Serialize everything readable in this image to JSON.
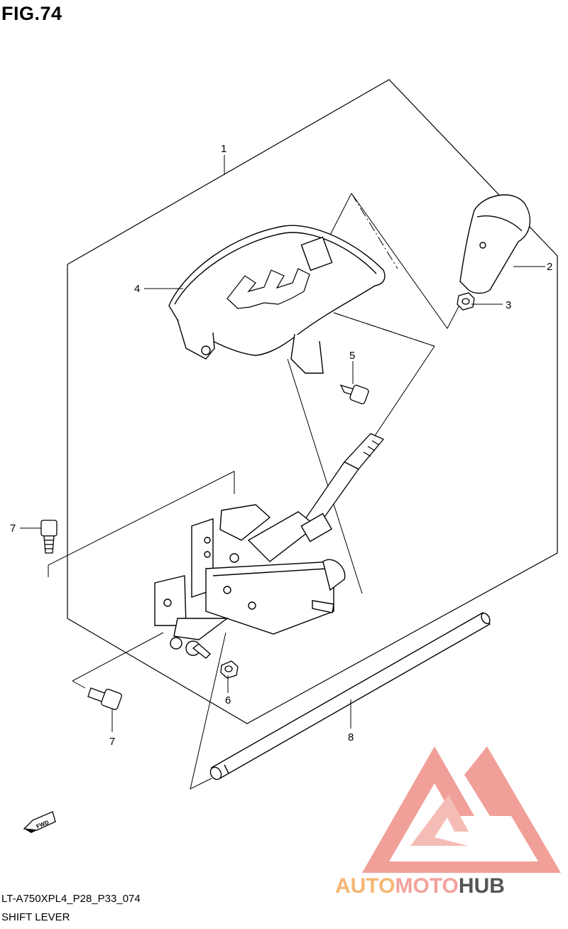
{
  "figure": {
    "title": "FIG.74",
    "code": "LT-A750XPL4_P28_P33_074",
    "name": "SHIFT LEVER"
  },
  "callouts": [
    "1",
    "2",
    "3",
    "4",
    "5",
    "6",
    "7",
    "7",
    "8"
  ],
  "fwd_badge": "FWD",
  "watermark": {
    "part1": "AUTO",
    "part2": "MOTO",
    "part3": "HUB",
    "colors": {
      "auto": "#f5b673",
      "moto": "#f2a29c",
      "hub": "#555555",
      "logo": "#f19b94"
    }
  }
}
